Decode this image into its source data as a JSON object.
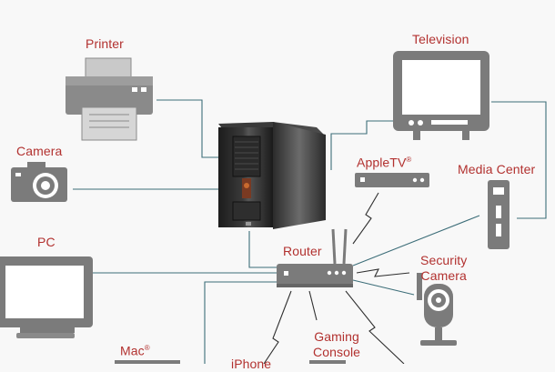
{
  "labels": {
    "printer": "Printer",
    "camera": "Camera",
    "pc": "PC",
    "mac": "Mac",
    "mac_mark": "®",
    "television": "Television",
    "appletv": "AppleTV",
    "appletv_mark": "®",
    "media_center": "Media Center",
    "router": "Router",
    "security_camera_line1": "Security",
    "security_camera_line2": "Camera",
    "gaming_console_line1": "Gaming",
    "gaming_console_line2": "Console",
    "iphone_partial": "iPhone"
  },
  "colors": {
    "label": "#b2312f",
    "wire": "#3d6e79",
    "device_gray": "#7b7b7b",
    "background": "#f8f8f8"
  },
  "icons": {
    "printer": "printer-icon",
    "camera": "camera-icon",
    "pc": "monitor-icon",
    "mac": "monitor-icon",
    "television": "tv-icon",
    "appletv": "set-top-box-icon",
    "media_center": "tower-icon",
    "router": "router-icon",
    "nas": "nas-server-icon",
    "security_camera": "security-camera-icon"
  }
}
